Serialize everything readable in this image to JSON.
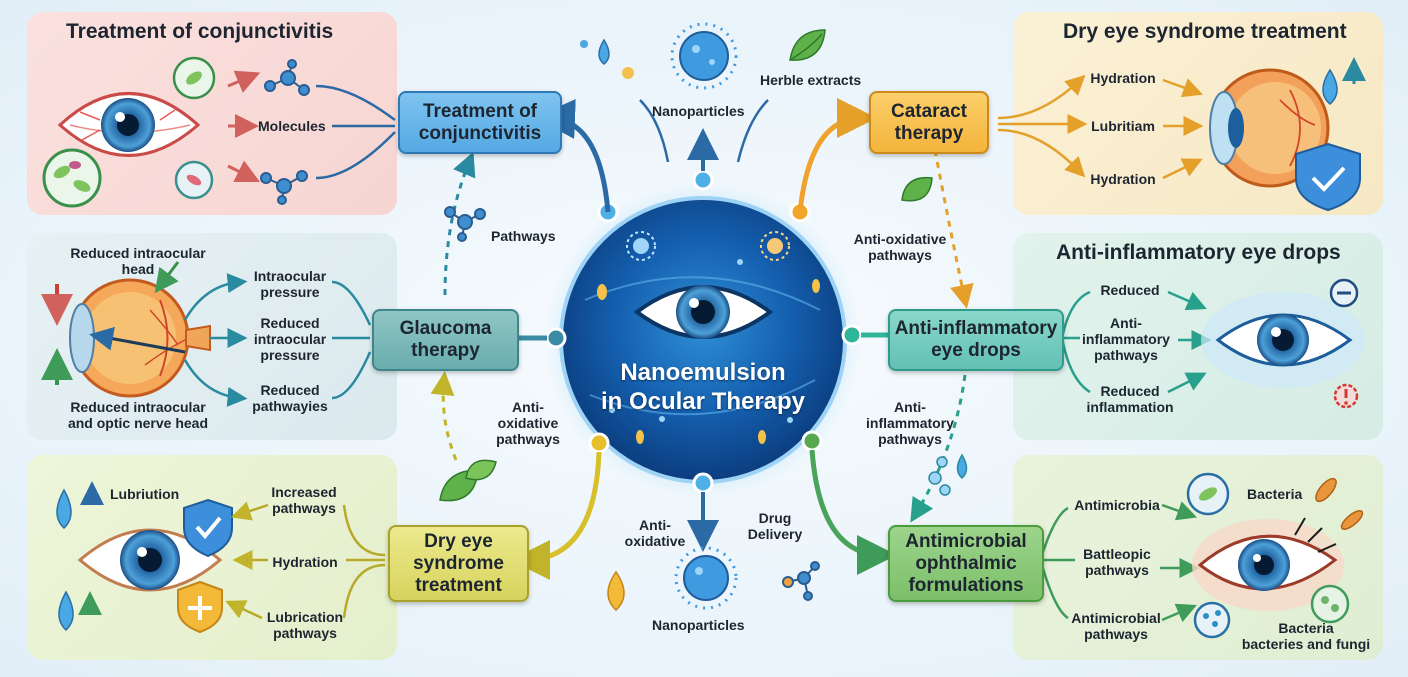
{
  "center": {
    "title": "Nanoemulsion\nin Ocular Therapy",
    "nanoparticles_top": "Nanoparticles",
    "herble_extracts": "Herble extracts",
    "pathways": "Pathways",
    "anti_oxidative_right": "Anti-oxidative\npathways",
    "anti_oxidative_left": "Anti-\noxidative\npathways",
    "anti_inflammatory_center": "Anti-\ninflammatory\npathways",
    "anti_oxidative_bottom": "Anti-\noxidative",
    "drug_delivery": "Drug\nDelivery",
    "nanoparticles_bottom": "Nanoparticles"
  },
  "boxes": {
    "conjunctivitis": "Treatment of\nconjunctivitis",
    "cataract": "Cataract\ntherapy",
    "glaucoma": "Glaucoma\ntherapy",
    "anti_inflammatory": "Anti-inflammatory\neye drops",
    "dry_eye": "Dry eye\nsyndrome\ntreatment",
    "antimicrobial": "Antimicrobial\nophthalmic\nformulations"
  },
  "panels": {
    "conjunctivitis": {
      "title": "Treatment of conjunctivitis",
      "molecules": "Molecules"
    },
    "glaucoma": {
      "top_note": "Reduced intraocular\nhead",
      "item1": "Intraocular\npressure",
      "item2": "Reduced\nintraocular\npressure",
      "item3": "Reduced\npathwayies",
      "bottom_note": "Reduced intraocular\nand optic nerve head"
    },
    "dry_eye_left": {
      "lubriution": "Lubriution",
      "item1": "Increased\npathways",
      "item2": "Hydration",
      "item3": "Lubrication\npathways"
    },
    "dry_eye_right": {
      "title": "Dry eye syndrome treatment",
      "item1": "Hydration",
      "item2": "Lubritiam",
      "item3": "Hydration"
    },
    "anti_inflammatory": {
      "title": "Anti-inflammatory eye drops",
      "item1": "Reduced",
      "item2": "Anti-\ninflammatory\npathways",
      "item3": "Reduced\ninflammation"
    },
    "antimicrobial": {
      "item1": "Antimicrobia",
      "item2": "Battleopic\npathways",
      "item3": "Antimicrobial\npathways",
      "bacteria": "Bacteria",
      "bacteria_fungi": "Bacteria\nbacteries and fungi"
    }
  }
}
